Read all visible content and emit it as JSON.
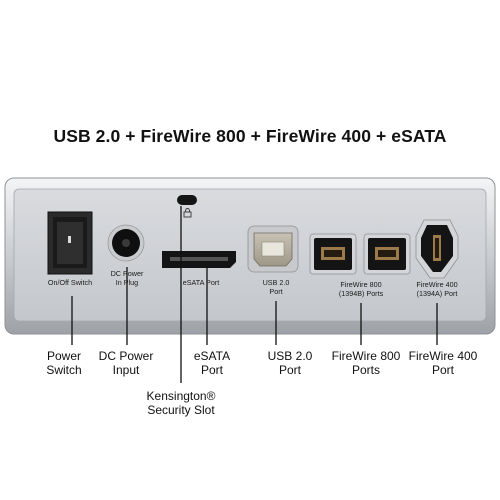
{
  "title": "USB 2.0 + FireWire 800 + FireWire 400 + eSATA",
  "panel_labels": {
    "power_switch": "On/Off Switch",
    "dc_power_line1": "DC Power",
    "dc_power_line2": "In Plug",
    "esata": "eSATA Port",
    "usb_line1": "USB 2.0",
    "usb_line2": "Port",
    "fw800_line1": "FireWire 800",
    "fw800_line2": "(1394B) Ports",
    "fw400_line1": "FireWire 400",
    "fw400_line2": "(1394A) Port"
  },
  "callouts": {
    "power_switch_line1": "Power",
    "power_switch_line2": "Switch",
    "dc_power_line1": "DC Power",
    "dc_power_line2": "Input",
    "esata_line1": "eSATA",
    "esata_line2": "Port",
    "usb_line1": "USB 2.0",
    "usb_line2": "Port",
    "fw800_line1": "FireWire 800",
    "fw800_line2": "Ports",
    "fw400_line1": "FireWire 400",
    "fw400_line2": "Port",
    "kensington_line1": "Kensington®",
    "kensington_line2": "Security Slot"
  },
  "colors": {
    "panel": "#d6d8dc",
    "panel_frame": "#b9bcc1",
    "port_dark": "#151515",
    "callout_line": "#111111"
  }
}
